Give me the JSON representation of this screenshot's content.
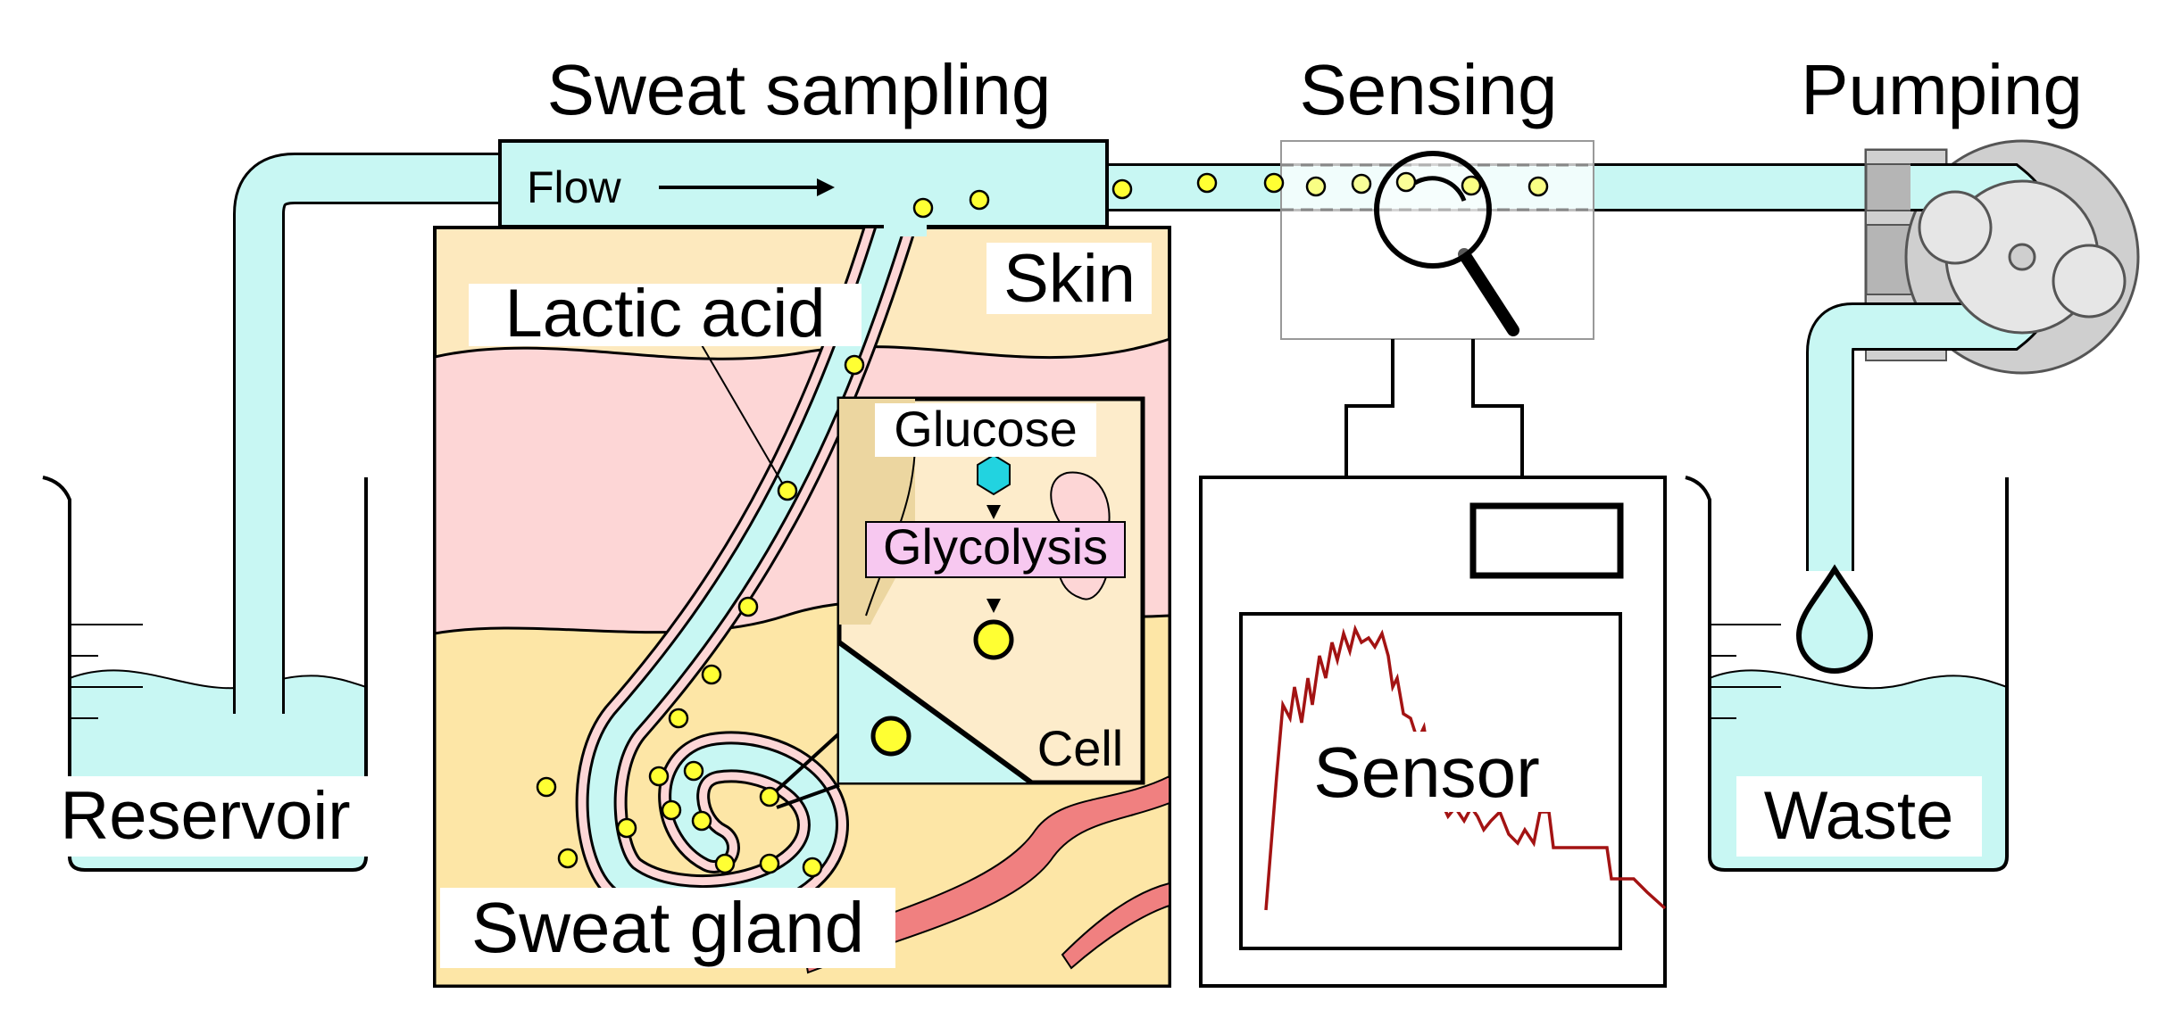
{
  "labels": {
    "sweat_sampling": "Sweat sampling",
    "sensing": "Sensing",
    "pumping": "Pumping",
    "flow": "Flow",
    "skin": "Skin",
    "lactic_acid": "Lactic acid",
    "glucose": "Glucose",
    "glycolysis": "Glycolysis",
    "cell": "Cell",
    "reservoir": "Reservoir",
    "sweat_gland": "Sweat gland",
    "sensor": "Sensor",
    "waste": "Waste"
  },
  "colors": {
    "fluid": "#c8f7f3",
    "lactate": "#ffff33",
    "glucose": "#22d3e0",
    "epidermis": "#fde9be",
    "dermis": "#fdd6d6",
    "hypodermis": "#fde6a6",
    "blood_vessel": "#f08080",
    "glycolysis_box": "#f7c8f0",
    "trace": "#a31313"
  },
  "icons": [
    "beaker-icon",
    "magnifier-icon",
    "peristaltic-pump-icon",
    "droplet-icon"
  ]
}
